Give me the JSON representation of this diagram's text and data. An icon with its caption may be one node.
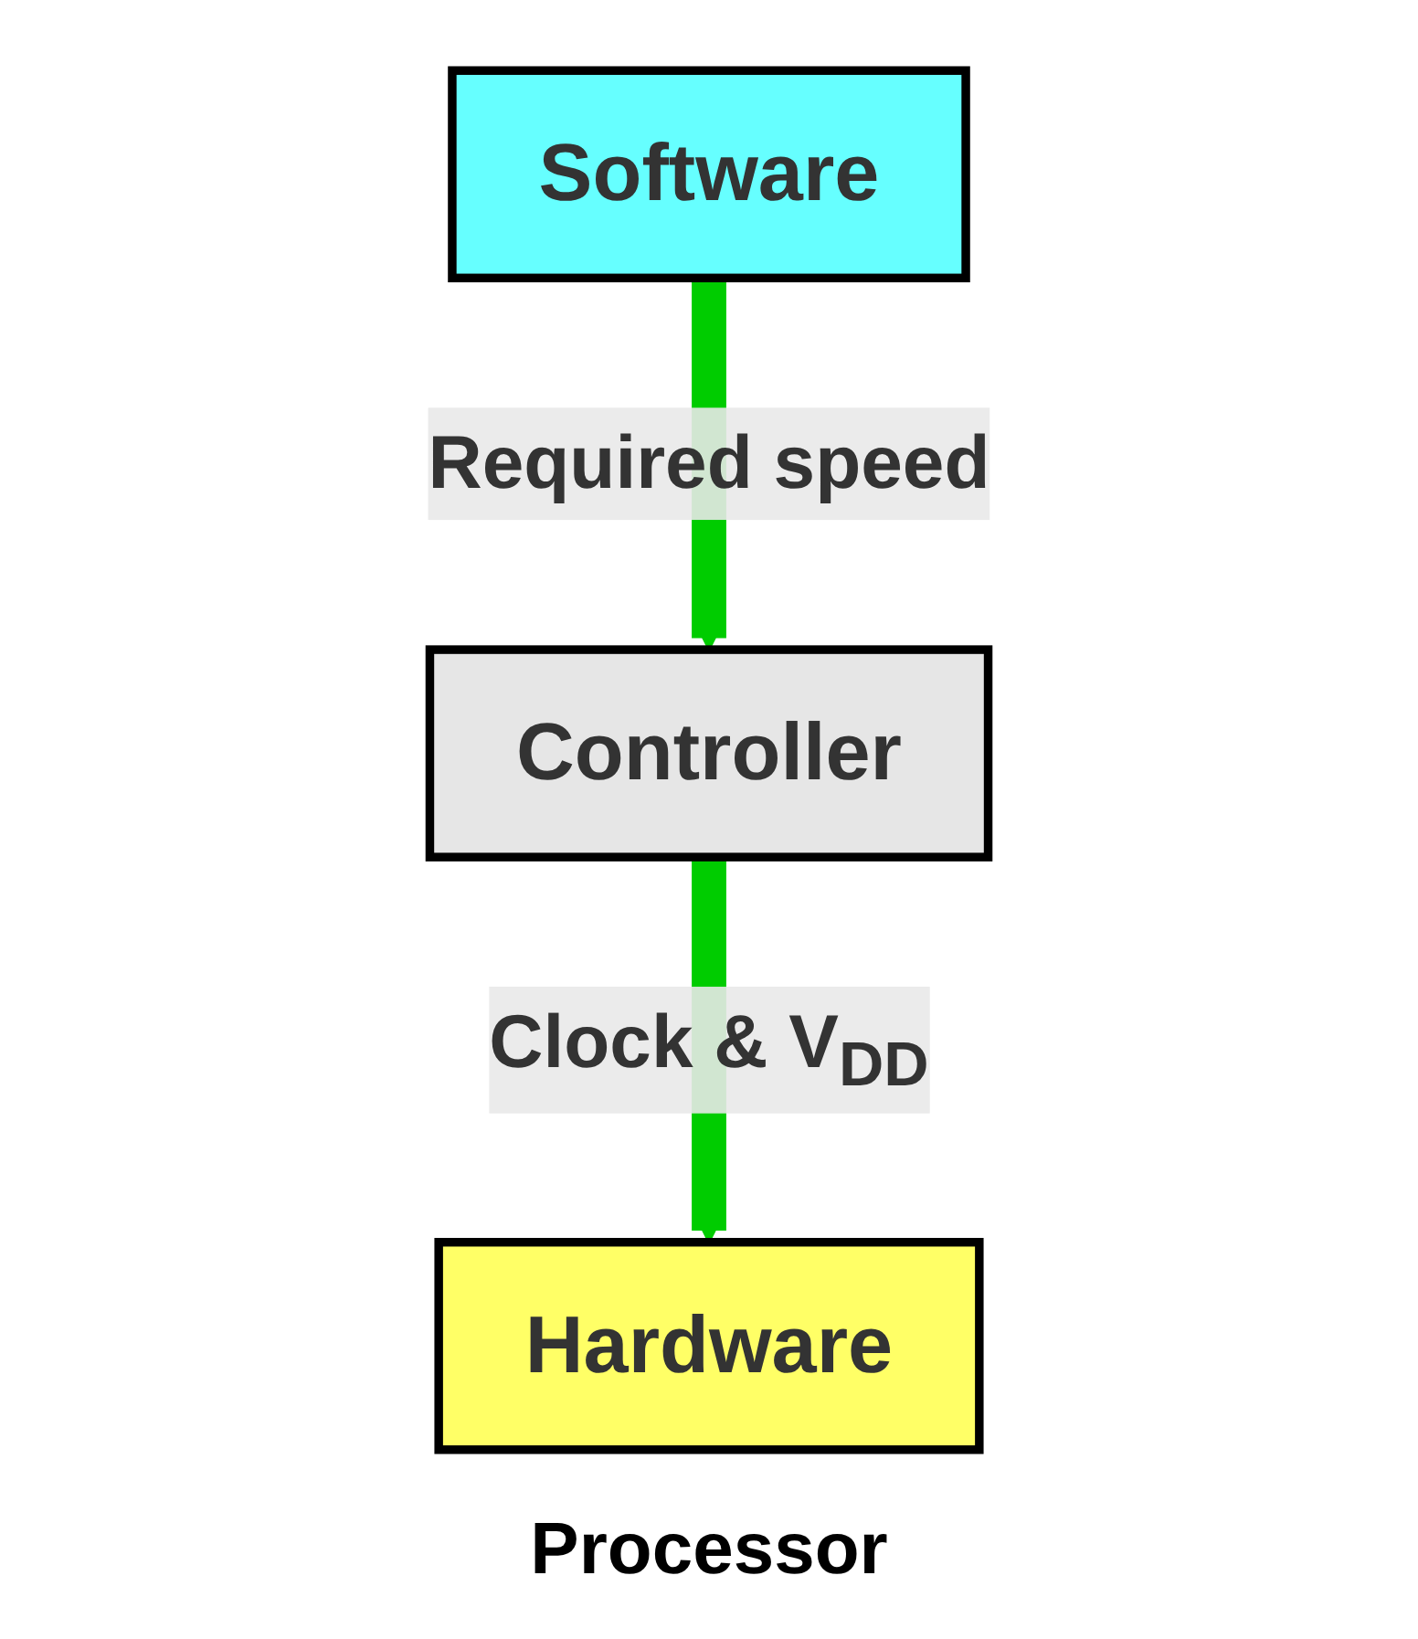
{
  "diagram": {
    "nodes": [
      {
        "text": [
          "Controller"
        ]
      },
      {
        "text": [
          "Software"
        ]
      },
      {
        "text": [
          "Hardware"
        ]
      }
    ],
    "edges": [
      {
        "from": 1,
        "to": 0,
        "arrow": "to",
        "label": "Required speed",
        "color": "#00cc00"
      },
      {
        "from": 0,
        "to": 2,
        "arrow": "to",
        "label": "Clock & V$_{DD}$",
        "color": "#00cc00"
      }
    ],
    "labels": [
      "Processor"
    ]
  }
}
